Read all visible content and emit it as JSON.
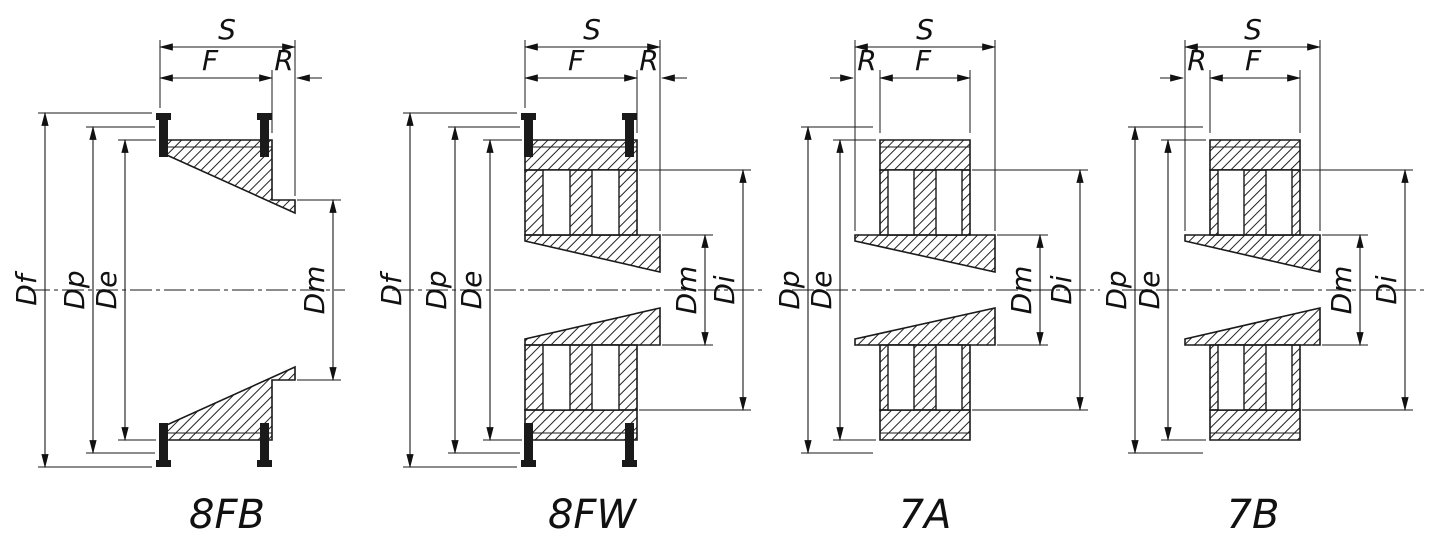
{
  "page": {
    "background_color": "#ffffff",
    "line_color": "#1a1a1a",
    "description_labels": {
      "s": "S",
      "f": "F",
      "r": "R",
      "df": "Df",
      "dp": "Dp",
      "de": "De",
      "dm": "Dm",
      "di": "Di"
    }
  },
  "figures": [
    {
      "caption": "8FB",
      "labels": {
        "s": "S",
        "f": "F",
        "r": "R",
        "df": "Df",
        "dp": "Dp",
        "de": "De",
        "dm": "Dm"
      }
    },
    {
      "caption": "8FW",
      "labels": {
        "s": "S",
        "f": "F",
        "r": "R",
        "df": "Df",
        "dp": "Dp",
        "de": "De",
        "dm": "Dm",
        "di": "Di"
      }
    },
    {
      "caption": "7A",
      "labels": {
        "s": "S",
        "r": "R",
        "f": "F",
        "dp": "Dp",
        "de": "De",
        "dm": "Dm",
        "di": "Di"
      }
    },
    {
      "caption": "7B",
      "labels": {
        "s": "S",
        "r": "R",
        "f": "F",
        "dp": "Dp",
        "de": "De",
        "dm": "Dm",
        "di": "Di"
      }
    }
  ]
}
